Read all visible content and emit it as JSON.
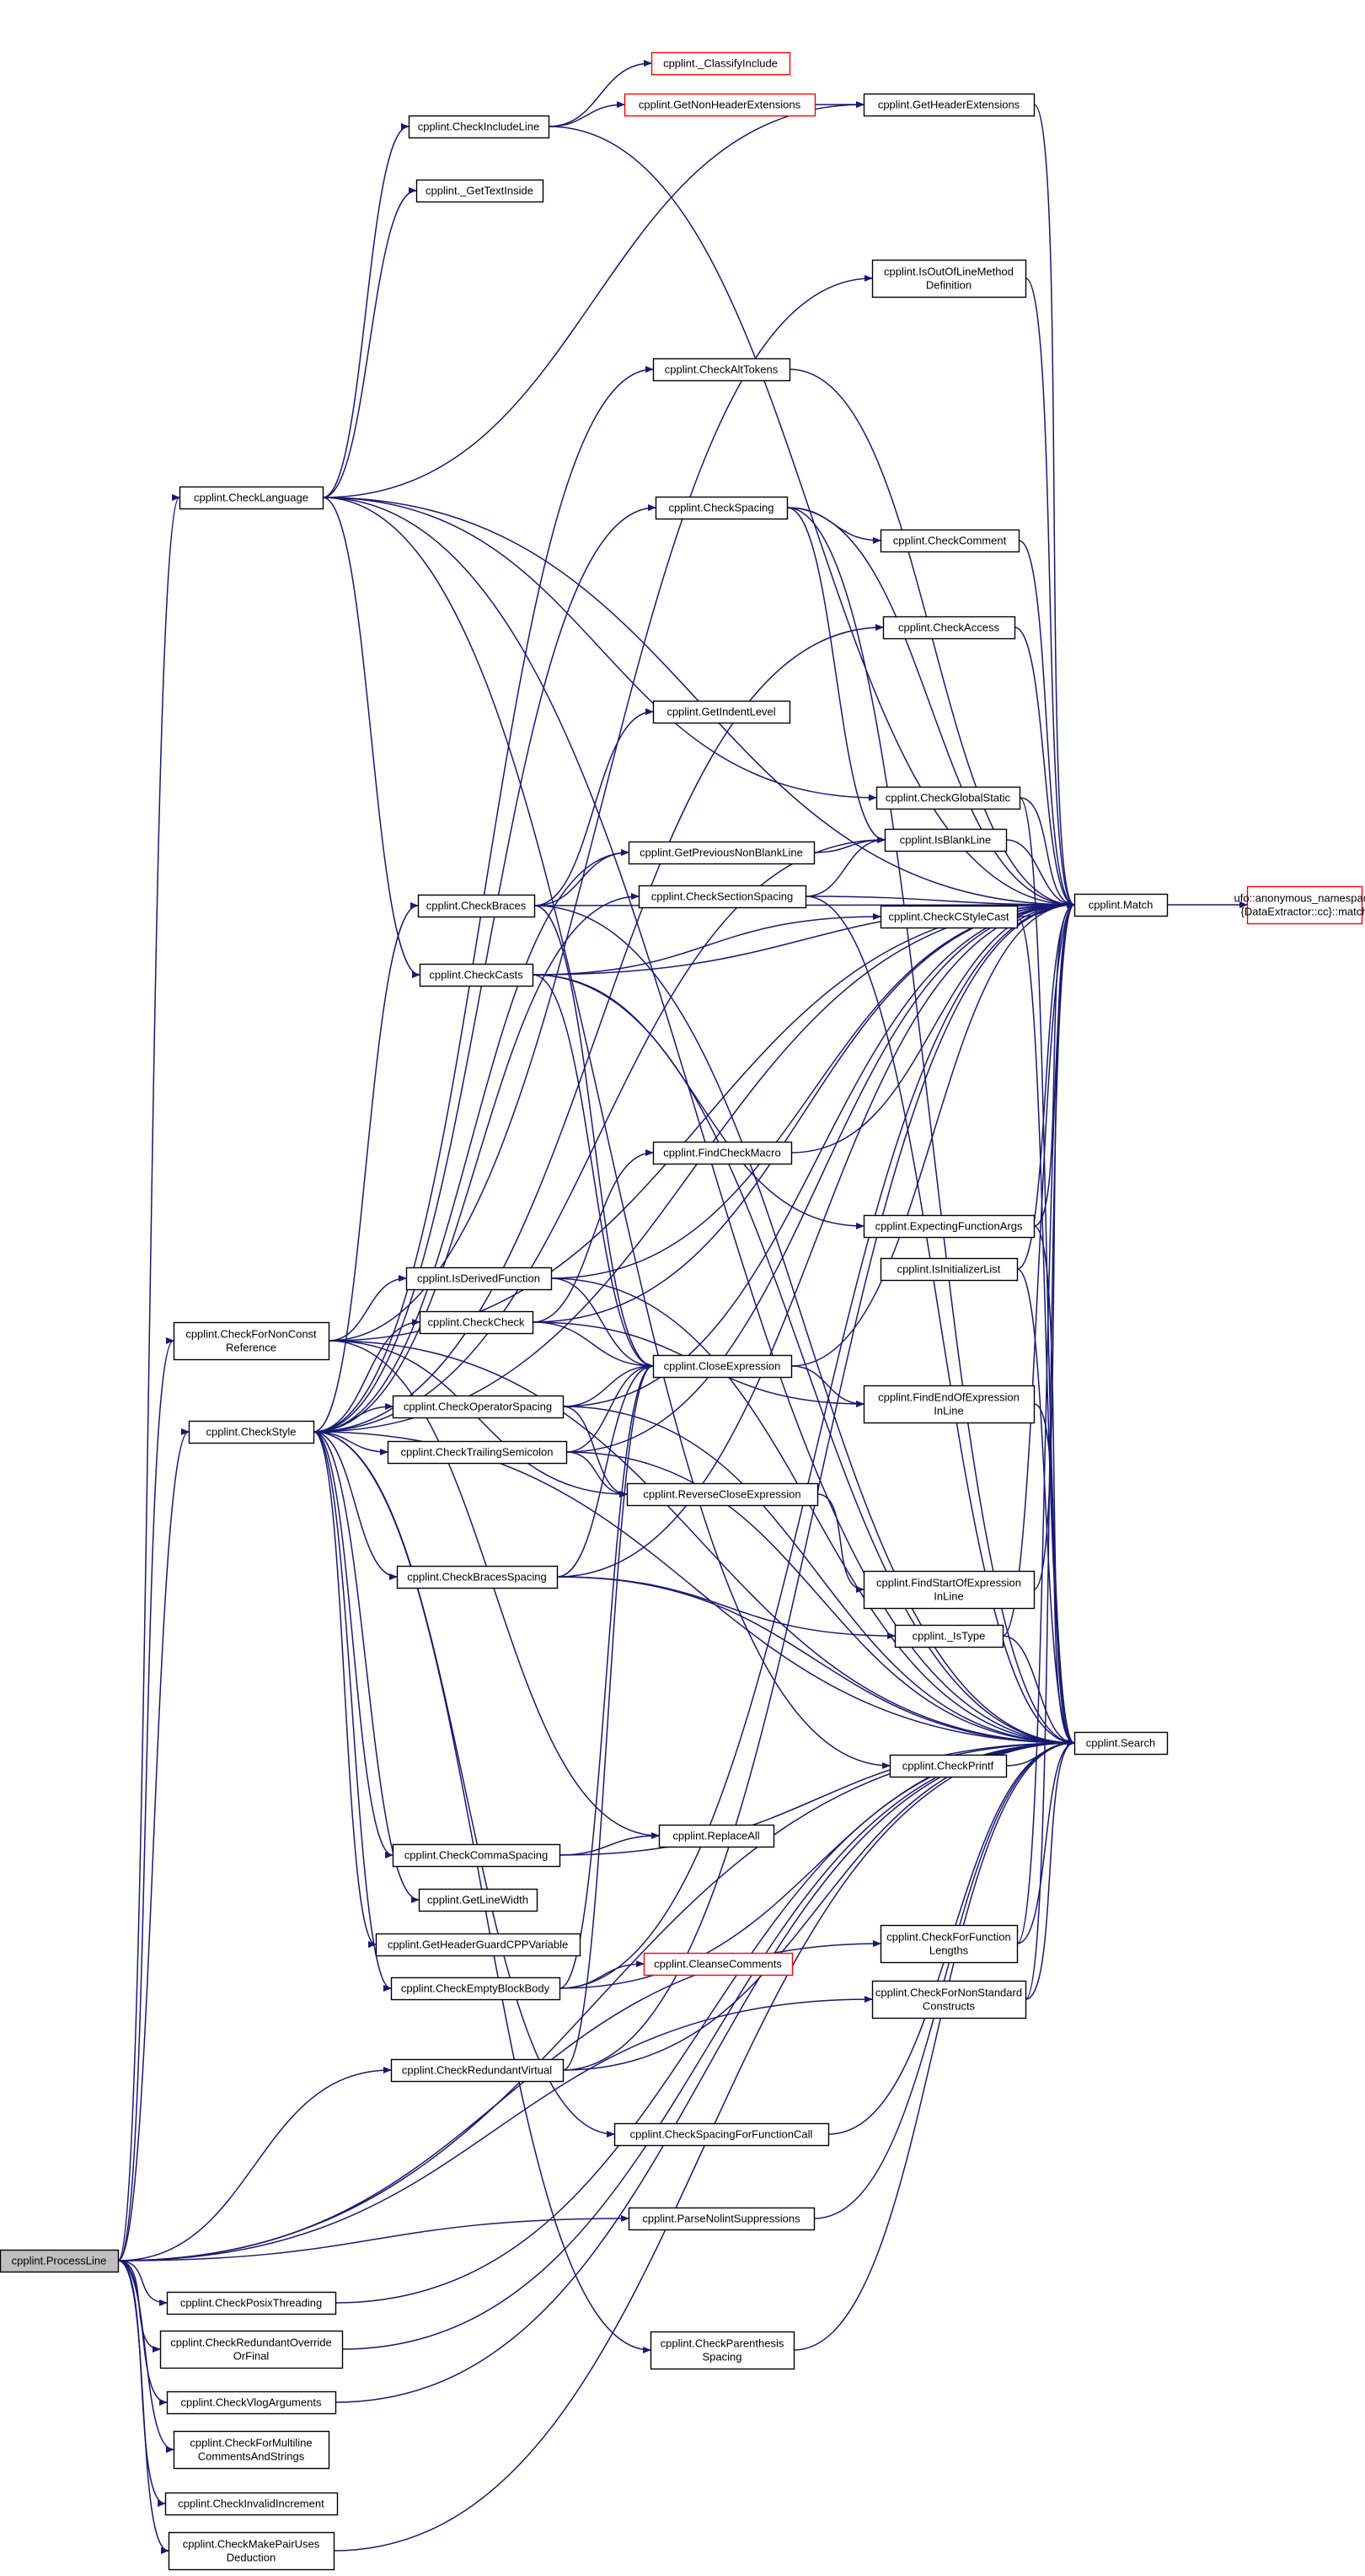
{
  "colors": {
    "edge": "#191970",
    "node_border": "#000000",
    "external_border": "#ff0000",
    "root_fill": "#bfbfbf",
    "background": "#ffffff"
  },
  "nodes": {
    "process_line": [
      "cpplint.ProcessLine"
    ],
    "check_language": [
      "cpplint.CheckLanguage"
    ],
    "check_non_const_ref": [
      "cpplint.CheckForNonConst",
      "Reference"
    ],
    "check_style": [
      "cpplint.CheckStyle"
    ],
    "check_posix_threading": [
      "cpplint.CheckPosixThreading"
    ],
    "check_redundant_override": [
      "cpplint.CheckRedundantOverride",
      "OrFinal"
    ],
    "check_vlog_arguments": [
      "cpplint.CheckVlogArguments"
    ],
    "check_multiline_comments": [
      "cpplint.CheckForMultiline",
      "CommentsAndStrings"
    ],
    "check_invalid_increment": [
      "cpplint.CheckInvalidIncrement"
    ],
    "check_make_pair": [
      "cpplint.CheckMakePairUses",
      "Deduction"
    ],
    "check_include_line": [
      "cpplint.CheckIncludeLine"
    ],
    "get_text_inside": [
      "cpplint._GetTextInside"
    ],
    "check_braces": [
      "cpplint.CheckBraces"
    ],
    "check_casts": [
      "cpplint.CheckCasts"
    ],
    "is_derived_function": [
      "cpplint.IsDerivedFunction"
    ],
    "check_check": [
      "cpplint.CheckCheck"
    ],
    "check_operator_spacing": [
      "cpplint.CheckOperatorSpacing"
    ],
    "check_trailing_semicolon": [
      "cpplint.CheckTrailingSemicolon"
    ],
    "check_braces_spacing": [
      "cpplint.CheckBracesSpacing"
    ],
    "check_comma_spacing": [
      "cpplint.CheckCommaSpacing"
    ],
    "get_line_width": [
      "cpplint.GetLineWidth"
    ],
    "get_header_guard": [
      "cpplint.GetHeaderGuardCPPVariable"
    ],
    "check_empty_block_body": [
      "cpplint.CheckEmptyBlockBody"
    ],
    "check_redundant_virtual": [
      "cpplint.CheckRedundantVirtual"
    ],
    "classify_include": [
      "cpplint._ClassifyInclude"
    ],
    "get_non_header_extensions": [
      "cpplint.GetNonHeaderExtensions"
    ],
    "check_alt_tokens": [
      "cpplint.CheckAltTokens"
    ],
    "check_spacing": [
      "cpplint.CheckSpacing"
    ],
    "get_indent_level": [
      "cpplint.GetIndentLevel"
    ],
    "get_previous_non_blank": [
      "cpplint.GetPreviousNonBlankLine"
    ],
    "check_section_spacing": [
      "cpplint.CheckSectionSpacing"
    ],
    "find_check_macro": [
      "cpplint.FindCheckMacro"
    ],
    "close_expression": [
      "cpplint.CloseExpression"
    ],
    "reverse_close_expression": [
      "cpplint.ReverseCloseExpression"
    ],
    "replace_all": [
      "cpplint.ReplaceAll"
    ],
    "cleanse_comments": [
      "cpplint.CleanseComments"
    ],
    "check_spacing_func_call": [
      "cpplint.CheckSpacingForFunctionCall"
    ],
    "parse_nolint": [
      "cpplint.ParseNolintSuppressions"
    ],
    "check_parenthesis_spacing": [
      "cpplint.CheckParenthesis",
      "Spacing"
    ],
    "get_header_extensions": [
      "cpplint.GetHeaderExtensions"
    ],
    "is_out_of_line": [
      "cpplint.IsOutOfLineMethod",
      "Definition"
    ],
    "check_comment": [
      "cpplint.CheckComment"
    ],
    "check_access": [
      "cpplint.CheckAccess"
    ],
    "check_global_static": [
      "cpplint.CheckGlobalStatic"
    ],
    "is_blank_line": [
      "cpplint.IsBlankLine"
    ],
    "check_cstyle_cast": [
      "cpplint.CheckCStyleCast"
    ],
    "expecting_function_args": [
      "cpplint.ExpectingFunctionArgs"
    ],
    "is_initializer_list": [
      "cpplint.IsInitializerList"
    ],
    "find_end_of_expression": [
      "cpplint.FindEndOfExpression",
      "InLine"
    ],
    "find_start_of_expression": [
      "cpplint.FindStartOfExpression",
      "InLine"
    ],
    "is_type": [
      "cpplint._IsType"
    ],
    "check_printf": [
      "cpplint.CheckPrintf"
    ],
    "check_function_lengths": [
      "cpplint.CheckForFunction",
      "Lengths"
    ],
    "check_non_standard": [
      "cpplint.CheckForNonStandard",
      "Constructs"
    ],
    "match": [
      "cpplint.Match"
    ],
    "search": [
      "cpplint.Search"
    ],
    "ufo_match": [
      "ufo::anonymous_namespace",
      "{DataExtractor::cc}::match"
    ]
  },
  "edges": [
    [
      "process_line",
      "check_language"
    ],
    [
      "process_line",
      "check_non_const_ref"
    ],
    [
      "process_line",
      "check_style"
    ],
    [
      "process_line",
      "check_posix_threading"
    ],
    [
      "process_line",
      "check_redundant_override"
    ],
    [
      "process_line",
      "check_vlog_arguments"
    ],
    [
      "process_line",
      "check_multiline_comments"
    ],
    [
      "process_line",
      "check_invalid_increment"
    ],
    [
      "process_line",
      "check_make_pair"
    ],
    [
      "process_line",
      "check_redundant_virtual"
    ],
    [
      "process_line",
      "parse_nolint"
    ],
    [
      "process_line",
      "check_function_lengths"
    ],
    [
      "process_line",
      "check_non_standard"
    ],
    [
      "process_line",
      "search"
    ],
    [
      "check_language",
      "check_include_line"
    ],
    [
      "check_language",
      "get_text_inside"
    ],
    [
      "check_language",
      "check_casts"
    ],
    [
      "check_language",
      "get_header_extensions"
    ],
    [
      "check_language",
      "check_global_static"
    ],
    [
      "check_language",
      "check_printf"
    ],
    [
      "check_language",
      "match"
    ],
    [
      "check_language",
      "search"
    ],
    [
      "check_include_line",
      "classify_include"
    ],
    [
      "check_include_line",
      "get_non_header_extensions"
    ],
    [
      "check_include_line",
      "match"
    ],
    [
      "get_non_header_extensions",
      "get_header_extensions"
    ],
    [
      "check_non_const_ref",
      "is_derived_function"
    ],
    [
      "check_non_const_ref",
      "is_out_of_line"
    ],
    [
      "check_non_const_ref",
      "reverse_close_expression"
    ],
    [
      "check_non_const_ref",
      "replace_all"
    ],
    [
      "check_non_const_ref",
      "match"
    ],
    [
      "check_non_const_ref",
      "search"
    ],
    [
      "check_style",
      "check_braces"
    ],
    [
      "check_style",
      "check_check"
    ],
    [
      "check_style",
      "check_operator_spacing"
    ],
    [
      "check_style",
      "check_trailing_semicolon"
    ],
    [
      "check_style",
      "check_braces_spacing"
    ],
    [
      "check_style",
      "check_comma_spacing"
    ],
    [
      "check_style",
      "get_line_width"
    ],
    [
      "check_style",
      "get_header_guard"
    ],
    [
      "check_style",
      "check_empty_block_body"
    ],
    [
      "check_style",
      "check_alt_tokens"
    ],
    [
      "check_style",
      "check_spacing"
    ],
    [
      "check_style",
      "check_section_spacing"
    ],
    [
      "check_style",
      "get_previous_non_blank"
    ],
    [
      "check_style",
      "check_access"
    ],
    [
      "check_style",
      "check_spacing_func_call"
    ],
    [
      "check_style",
      "check_parenthesis_spacing"
    ],
    [
      "check_style",
      "is_blank_line"
    ],
    [
      "check_style",
      "match"
    ],
    [
      "check_style",
      "search"
    ],
    [
      "check_braces",
      "get_indent_level"
    ],
    [
      "check_braces",
      "get_previous_non_blank"
    ],
    [
      "check_braces",
      "close_expression"
    ],
    [
      "check_braces",
      "match"
    ],
    [
      "check_braces",
      "search"
    ],
    [
      "check_casts",
      "check_cstyle_cast"
    ],
    [
      "check_casts",
      "expecting_function_args"
    ],
    [
      "check_casts",
      "close_expression"
    ],
    [
      "check_casts",
      "match"
    ],
    [
      "check_casts",
      "search"
    ],
    [
      "is_derived_function",
      "close_expression"
    ],
    [
      "is_derived_function",
      "match"
    ],
    [
      "is_derived_function",
      "search"
    ],
    [
      "check_check",
      "find_check_macro"
    ],
    [
      "check_check",
      "close_expression"
    ],
    [
      "check_check",
      "find_end_of_expression"
    ],
    [
      "check_check",
      "match"
    ],
    [
      "check_operator_spacing",
      "close_expression"
    ],
    [
      "check_operator_spacing",
      "reverse_close_expression"
    ],
    [
      "check_operator_spacing",
      "match"
    ],
    [
      "check_operator_spacing",
      "search"
    ],
    [
      "check_trailing_semicolon",
      "close_expression"
    ],
    [
      "check_trailing_semicolon",
      "reverse_close_expression"
    ],
    [
      "check_trailing_semicolon",
      "match"
    ],
    [
      "check_trailing_semicolon",
      "search"
    ],
    [
      "check_braces_spacing",
      "close_expression"
    ],
    [
      "check_braces_spacing",
      "is_type"
    ],
    [
      "check_braces_spacing",
      "match"
    ],
    [
      "check_braces_spacing",
      "search"
    ],
    [
      "check_comma_spacing",
      "replace_all"
    ],
    [
      "check_comma_spacing",
      "search"
    ],
    [
      "check_empty_block_body",
      "close_expression"
    ],
    [
      "check_empty_block_body",
      "cleanse_comments"
    ],
    [
      "check_empty_block_body",
      "match"
    ],
    [
      "check_empty_block_body",
      "search"
    ],
    [
      "check_redundant_virtual",
      "close_expression"
    ],
    [
      "check_redundant_virtual",
      "match"
    ],
    [
      "check_redundant_virtual",
      "search"
    ],
    [
      "check_spacing",
      "check_comment"
    ],
    [
      "check_spacing",
      "is_blank_line"
    ],
    [
      "check_spacing",
      "match"
    ],
    [
      "check_spacing",
      "search"
    ],
    [
      "get_previous_non_blank",
      "is_blank_line"
    ],
    [
      "check_section_spacing",
      "is_blank_line"
    ],
    [
      "check_section_spacing",
      "match"
    ],
    [
      "check_section_spacing",
      "search"
    ],
    [
      "find_check_macro",
      "match"
    ],
    [
      "close_expression",
      "find_end_of_expression"
    ],
    [
      "close_expression",
      "match"
    ],
    [
      "reverse_close_expression",
      "find_start_of_expression"
    ],
    [
      "check_spacing_func_call",
      "search"
    ],
    [
      "parse_nolint",
      "search"
    ],
    [
      "check_parenthesis_spacing",
      "search"
    ],
    [
      "get_header_extensions",
      "match"
    ],
    [
      "is_out_of_line",
      "match"
    ],
    [
      "check_comment",
      "match"
    ],
    [
      "check_access",
      "match"
    ],
    [
      "check_global_static",
      "match"
    ],
    [
      "check_global_static",
      "search"
    ],
    [
      "is_blank_line",
      "match"
    ],
    [
      "check_cstyle_cast",
      "match"
    ],
    [
      "check_cstyle_cast",
      "search"
    ],
    [
      "expecting_function_args",
      "match"
    ],
    [
      "expecting_function_args",
      "search"
    ],
    [
      "is_initializer_list",
      "match"
    ],
    [
      "is_initializer_list",
      "search"
    ],
    [
      "find_end_of_expression",
      "search"
    ],
    [
      "find_start_of_expression",
      "match"
    ],
    [
      "is_type",
      "match"
    ],
    [
      "is_type",
      "search"
    ],
    [
      "check_printf",
      "search"
    ],
    [
      "check_function_lengths",
      "match"
    ],
    [
      "check_function_lengths",
      "search"
    ],
    [
      "check_non_standard",
      "match"
    ],
    [
      "check_non_standard",
      "search"
    ],
    [
      "check_posix_threading",
      "search"
    ],
    [
      "check_redundant_override",
      "search"
    ],
    [
      "check_vlog_arguments",
      "search"
    ],
    [
      "check_alt_tokens",
      "match"
    ],
    [
      "check_make_pair",
      "search"
    ],
    [
      "match",
      "ufo_match"
    ]
  ]
}
